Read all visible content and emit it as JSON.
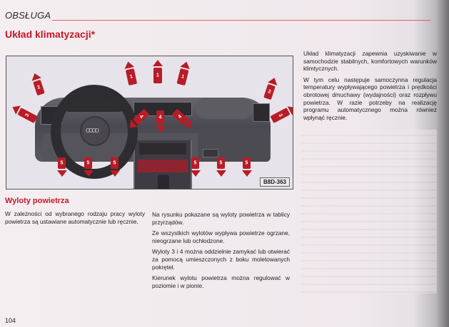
{
  "header": {
    "section_label": "OBSŁUGA",
    "title": "Układ klimatyzacji*"
  },
  "figure": {
    "id_label": "B8D-363",
    "outlets": [
      {
        "number": "1",
        "direction": "up"
      },
      {
        "number": "1",
        "direction": "up"
      },
      {
        "number": "1",
        "direction": "up"
      },
      {
        "number": "2",
        "direction": "up"
      },
      {
        "number": "2",
        "direction": "up"
      },
      {
        "number": "3",
        "direction": "left"
      },
      {
        "number": "3",
        "direction": "right"
      },
      {
        "number": "4",
        "direction": "down-left"
      },
      {
        "number": "4",
        "direction": "down"
      },
      {
        "number": "4",
        "direction": "down-right"
      },
      {
        "number": "5",
        "direction": "down"
      },
      {
        "number": "5",
        "direction": "down"
      },
      {
        "number": "5",
        "direction": "down"
      },
      {
        "number": "5",
        "direction": "down"
      },
      {
        "number": "5",
        "direction": "down"
      },
      {
        "number": "5",
        "direction": "down"
      }
    ],
    "steering_logo": "OOOO"
  },
  "right_column": {
    "paragraphs": [
      "Układ klimatyzacji zapewnia uzyskiwanie w samochodzie stabilnych, komfortowych warunków klimtycznych.",
      "W tym celu następuje samoczynna regulacja temperatury wypływającego powietrza i prędkości obrotowej dmuchawy (wydajności) oraz rozpływu powietrza. W razie potrzeby na realizację programu automatycznego można również wpłynąć ręcznie."
    ]
  },
  "outlets_section": {
    "title": "Wyloty powietrza",
    "left_paragraphs": [
      "W zależności od wybranego rodzaju pracy wyloty powietrza są ustawiane automatycznie lub ręcznie."
    ],
    "mid_paragraphs": [
      "Na rysunku pokazane są wyloty powietrza w tablicy przyrządów.",
      "Ze wszystkich wylotów wypływa powietrze ogrzane, nieogrzane lub ochłodzone.",
      "Wyloty 3 i 4 można oddzielnie zamykać lub otwierać za pomocą umieszczonych z boku moletowanych pokręteł.",
      "Kierunek wylotu powietrza można regulować w poziomie i w pionie."
    ]
  },
  "footer": {
    "page_number": "104"
  },
  "colors": {
    "accent_red": "#c8182a",
    "arrow_red": "#b81c26",
    "page_bg": "#f3ecef"
  }
}
